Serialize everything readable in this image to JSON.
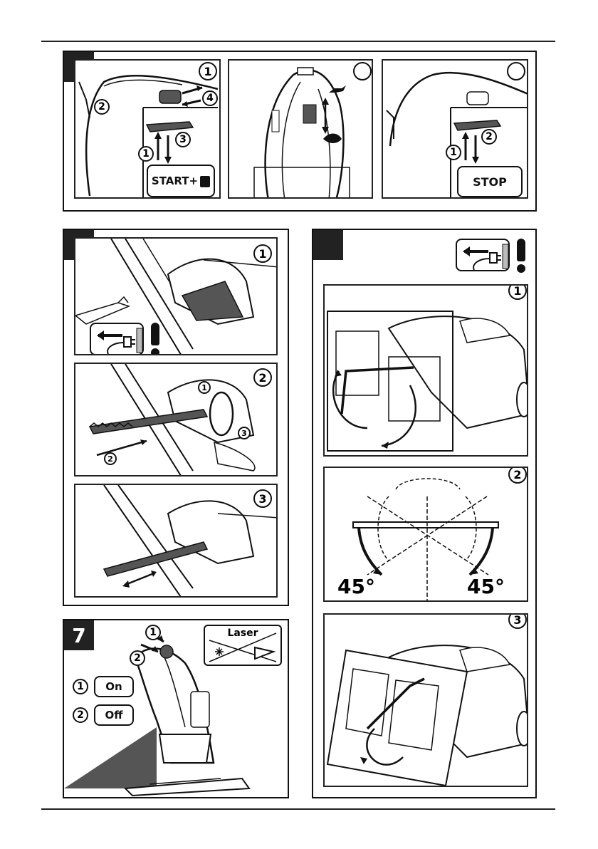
{
  "panels": {
    "p7": {
      "number": "7"
    },
    "legend": {
      "on_num": "1",
      "on_label": "On",
      "off_num": "2",
      "off_label": "Off",
      "laser_label": "Laser"
    }
  },
  "switch": {
    "left": {
      "n1": "1",
      "n2": "2",
      "n3": "3",
      "n4": "4",
      "n1b": "1",
      "label": "START+"
    },
    "right": {
      "n1": "1",
      "n2": "2",
      "label": "STOP"
    }
  },
  "blade": {
    "step1": "1",
    "step2": "2",
    "step3": "3",
    "sub1": "1",
    "sub2": "2",
    "sub3": "3"
  },
  "bevel": {
    "step1": "1",
    "step2": "2",
    "step3": "3",
    "angle_left": "45°",
    "angle_right": "45°"
  },
  "laser": {
    "n1": "1",
    "n2": "2"
  }
}
